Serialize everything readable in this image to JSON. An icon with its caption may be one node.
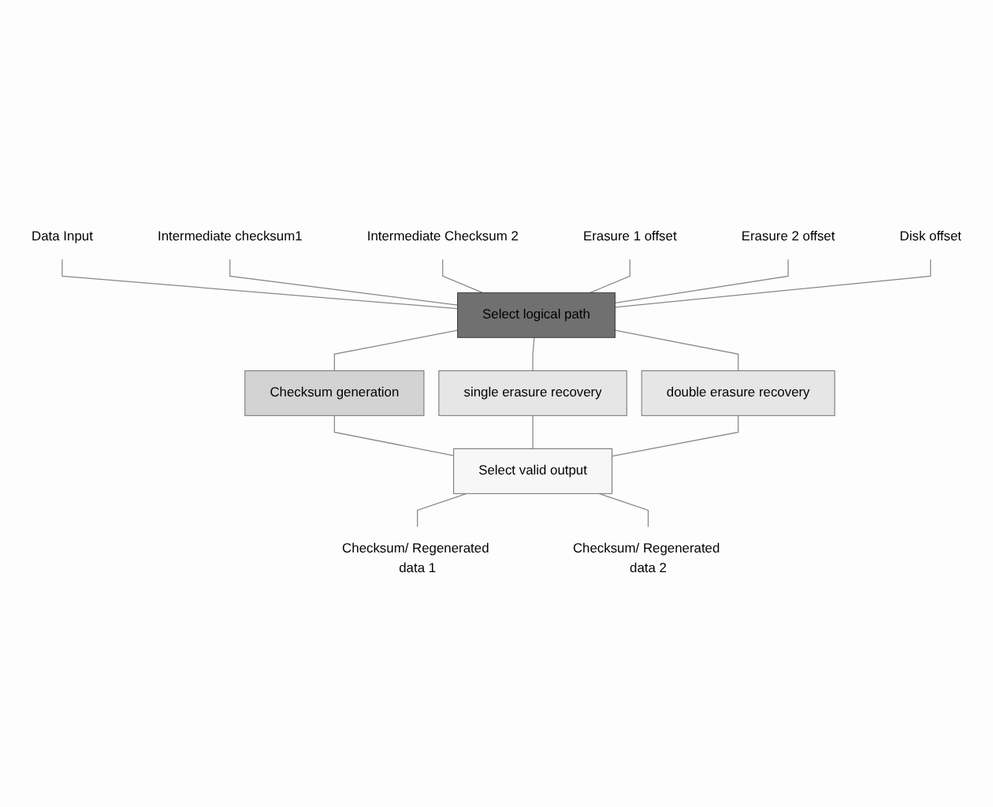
{
  "diagram": {
    "nodes": [
      {
        "text": [
          "Data Input"
        ]
      },
      {
        "text": [
          "Intermediate checksum1"
        ]
      },
      {
        "text": [
          "Intermediate Checksum 2"
        ]
      },
      {
        "text": [
          "Erasure 1 offset"
        ]
      },
      {
        "text": [
          "Erasure 2 offset"
        ]
      },
      {
        "text": [
          "Disk offset"
        ]
      },
      {
        "text": [
          "Select logical path"
        ]
      },
      {
        "text": [
          "Checksum generation"
        ]
      },
      {
        "text": [
          "single erasure recovery"
        ]
      },
      {
        "text": [
          "double erasure recovery"
        ]
      },
      {
        "text": [
          "Select valid output"
        ]
      },
      {
        "text": [
          "Checksum/ Regenerated data 1"
        ]
      },
      {
        "text": [
          "Checksum/ Regenerated data 2"
        ]
      }
    ],
    "edges": [
      {
        "from": 0,
        "to": 6,
        "arrow": "none"
      },
      {
        "from": 1,
        "to": 6,
        "arrow": "none"
      },
      {
        "from": 2,
        "to": 6,
        "arrow": "none"
      },
      {
        "from": 3,
        "to": 6,
        "arrow": "none"
      },
      {
        "from": 4,
        "to": 6,
        "arrow": "none"
      },
      {
        "from": 5,
        "to": 6,
        "arrow": "none"
      },
      {
        "from": 6,
        "to": 7,
        "arrow": "none"
      },
      {
        "from": 6,
        "to": 8,
        "arrow": "none"
      },
      {
        "from": 6,
        "to": 9,
        "arrow": "none"
      },
      {
        "from": 7,
        "to": 10,
        "arrow": "none"
      },
      {
        "from": 8,
        "to": 10,
        "arrow": "none"
      },
      {
        "from": 9,
        "to": 10,
        "arrow": "none"
      },
      {
        "from": 10,
        "to": 11,
        "arrow": "none"
      },
      {
        "from": 10,
        "to": 12,
        "arrow": "none"
      }
    ]
  }
}
